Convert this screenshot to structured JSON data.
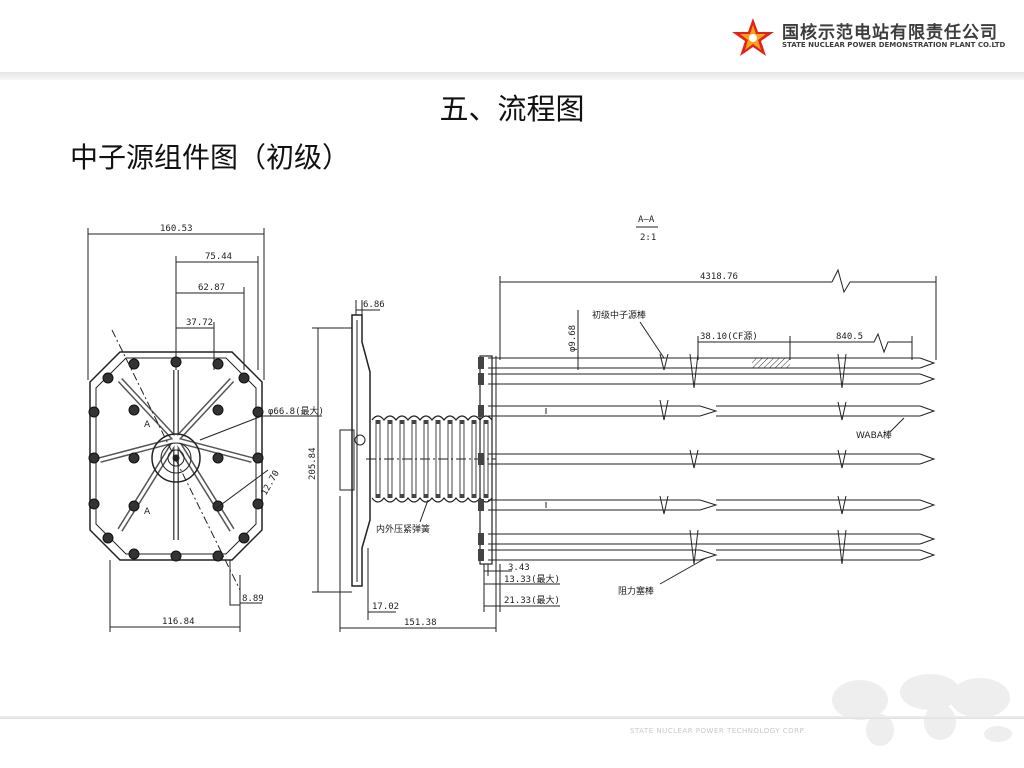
{
  "header": {
    "logo_cn": "国核示范电站有限责任公司",
    "logo_en": "STATE NUCLEAR POWER DEMONSTRATION PLANT CO.LTD"
  },
  "slide": {
    "title": "五、流程图",
    "subtitle": "中子源组件图（初级）"
  },
  "drawing": {
    "front_view": {
      "dim_overall_width": "160.53",
      "dim_75": "75.44",
      "dim_62": "62.87",
      "dim_37": "37.72",
      "dim_diameter": "φ66.8(最大)",
      "dim_diag": "12.70",
      "dim_8": "8.89",
      "dim_116": "116.84",
      "section_label_a": "A"
    },
    "side_view": {
      "dim_top": "6.86",
      "dim_height": "205.84",
      "dim_17": "17.02",
      "dim_151": "151.38",
      "spring_label": "内外压紧弹簧"
    },
    "rods_view": {
      "section_title": "A—A",
      "section_scale": "2:1",
      "dim_total": "4318.76",
      "dim_rod_dia": "φ9.68",
      "dim_38": "38.10(CF源)",
      "dim_840": "840.5",
      "primary_source_label": "初级中子源棒",
      "waba_label": "WABA棒",
      "plug_label": "阻力塞棒",
      "dim_343": "3.43",
      "dim_1333": "13.33(最大)",
      "dim_2133": "21.33(最大)"
    }
  },
  "footer": {
    "text": "STATE NUCLEAR POWER TECHNOLOGY CORP."
  },
  "colors": {
    "logo_red": "#e2231a",
    "logo_orange": "#f7a21b",
    "line": "#222222"
  }
}
